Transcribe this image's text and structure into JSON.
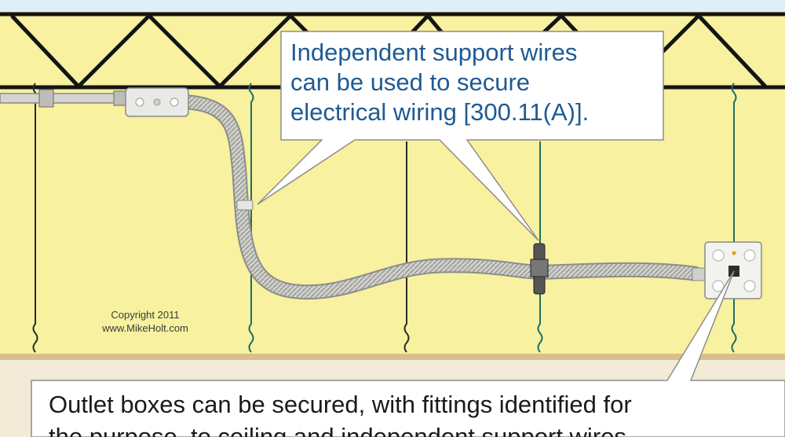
{
  "diagram": {
    "top_callout": {
      "lines": [
        "Independent support wires",
        "can be used to secure",
        "electrical wiring [300.11(A)]."
      ]
    },
    "bottom_callout": {
      "lines": [
        "Outlet boxes can be secured, with fittings identified for",
        "the purpose, to ceiling and independent support wires."
      ]
    },
    "copyright": {
      "line1": "Copyright 2011",
      "line2": "www.MikeHolt.com"
    },
    "colors": {
      "wall": "#f7f1a0",
      "floor": "#f3ead8",
      "truss": "#141414",
      "support_wire_dark": "#2a2a2a",
      "support_wire_teal": "#1d6e62",
      "conduit": "#c9c9c6",
      "callout_bg": "#ffffff",
      "top_text": "#1f5a94"
    }
  }
}
